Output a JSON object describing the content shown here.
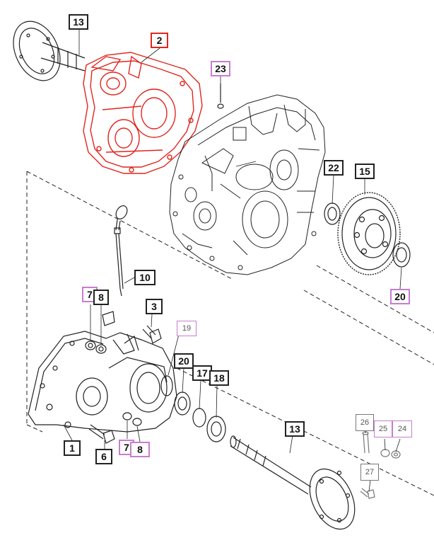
{
  "labels": [
    {
      "id": "13-top",
      "text": "13",
      "style": "black"
    },
    {
      "id": "2",
      "text": "2",
      "style": "red"
    },
    {
      "id": "23",
      "text": "23",
      "style": "magenta"
    },
    {
      "id": "22",
      "text": "22",
      "style": "black"
    },
    {
      "id": "15",
      "text": "15",
      "style": "black"
    },
    {
      "id": "20-right",
      "text": "20",
      "style": "magenta"
    },
    {
      "id": "10",
      "text": "10",
      "style": "black"
    },
    {
      "id": "7-top",
      "text": "7",
      "style": "magenta"
    },
    {
      "id": "8-top",
      "text": "8",
      "style": "black"
    },
    {
      "id": "3",
      "text": "3",
      "style": "black"
    },
    {
      "id": "19",
      "text": "19",
      "style": "gray-mag"
    },
    {
      "id": "20-mid",
      "text": "20",
      "style": "black"
    },
    {
      "id": "17",
      "text": "17",
      "style": "black"
    },
    {
      "id": "18",
      "text": "18",
      "style": "black"
    },
    {
      "id": "1",
      "text": "1",
      "style": "black"
    },
    {
      "id": "6",
      "text": "6",
      "style": "black"
    },
    {
      "id": "7-bot",
      "text": "7",
      "style": "magenta"
    },
    {
      "id": "8-bot",
      "text": "8",
      "style": "magenta"
    },
    {
      "id": "13-bot",
      "text": "13",
      "style": "black"
    },
    {
      "id": "26",
      "text": "26",
      "style": "gray"
    },
    {
      "id": "25",
      "text": "25",
      "style": "gray-mag"
    },
    {
      "id": "24",
      "text": "24",
      "style": "gray-mag"
    },
    {
      "id": "27",
      "text": "27",
      "style": "gray"
    }
  ],
  "colors": {
    "highlight": "#e0261f",
    "line": "#222222",
    "magenta": "#c77dd0"
  }
}
